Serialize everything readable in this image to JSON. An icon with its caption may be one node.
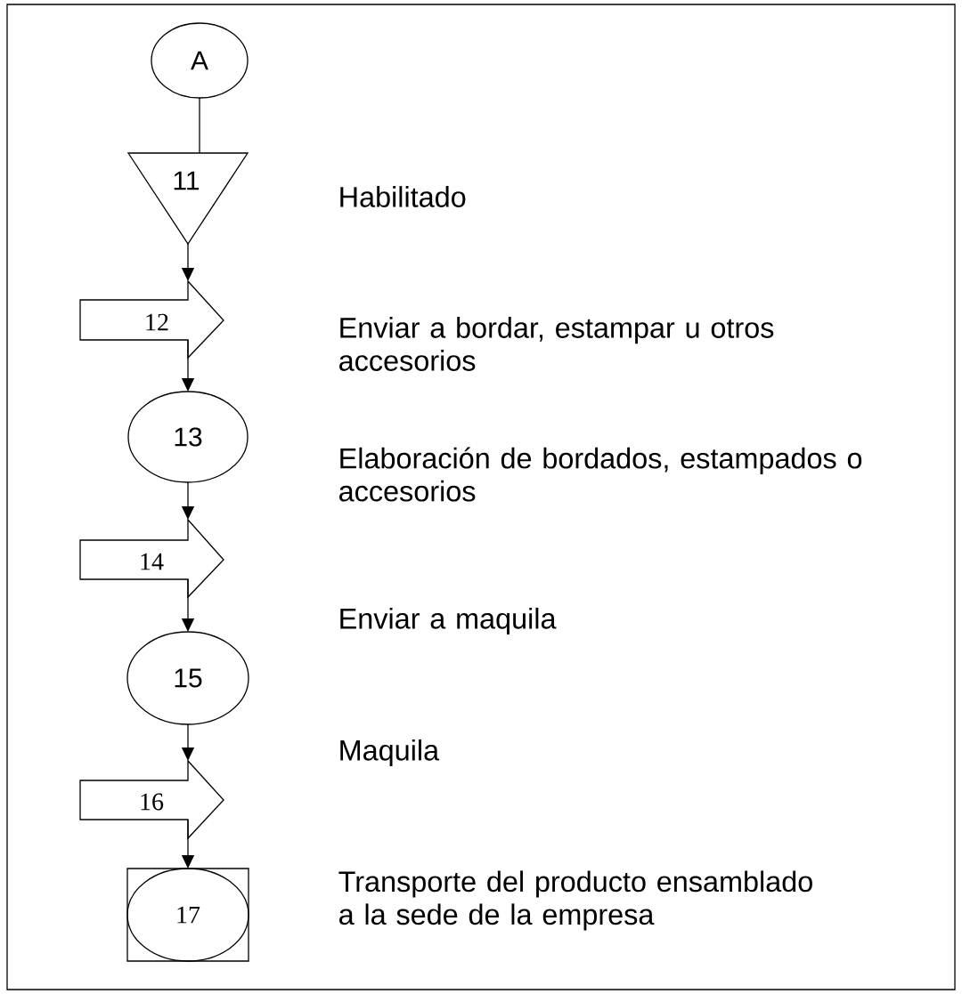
{
  "diagram": {
    "nodes": [
      {
        "text": [
          "A"
        ]
      },
      {
        "text": [
          "11"
        ]
      },
      {
        "text": [
          "12"
        ]
      },
      {
        "text": [
          "13"
        ]
      },
      {
        "text": [
          "14"
        ]
      },
      {
        "text": [
          "15"
        ]
      },
      {
        "text": [
          "16"
        ]
      },
      {
        "text": [
          "17"
        ]
      }
    ],
    "edges": [
      {
        "from": 0,
        "to": 1,
        "arrow": "none"
      },
      {
        "from": 1,
        "to": 2,
        "arrow": "to"
      },
      {
        "from": 2,
        "to": 3,
        "arrow": "to"
      },
      {
        "from": 3,
        "to": 4,
        "arrow": "to"
      },
      {
        "from": 4,
        "to": 5,
        "arrow": "to"
      },
      {
        "from": 5,
        "to": 6,
        "arrow": "to"
      },
      {
        "from": 6,
        "to": 7,
        "arrow": "to"
      }
    ],
    "labels": [
      "Habilitado",
      "Enviar a bordar, estampar u otros accesorios",
      "Elaboración de bordados, estampados o accesorios",
      "Enviar a maquila",
      "Maquila",
      "Transporte del producto ensamblado a la sede de la empresa"
    ]
  }
}
